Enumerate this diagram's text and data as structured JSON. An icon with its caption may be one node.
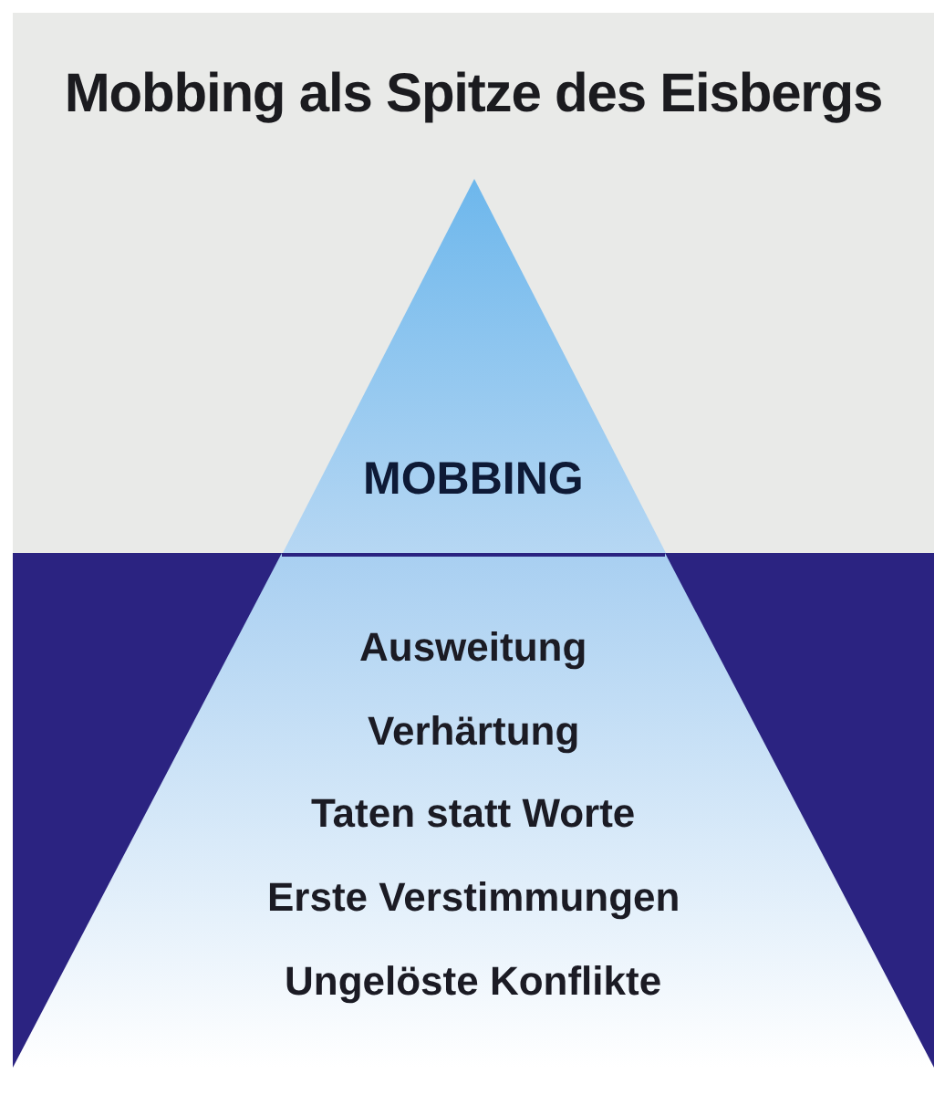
{
  "diagram": {
    "title": "Mobbing als Spitze des Eisbergs",
    "nodes": [
      {
        "text": [
          "MOBBING"
        ]
      },
      {
        "text": [
          "Ausweitung",
          "Verhärtung",
          "Taten statt Worte",
          "Erste Verstimmungen",
          "Ungelöste Konflikte"
        ]
      }
    ]
  }
}
